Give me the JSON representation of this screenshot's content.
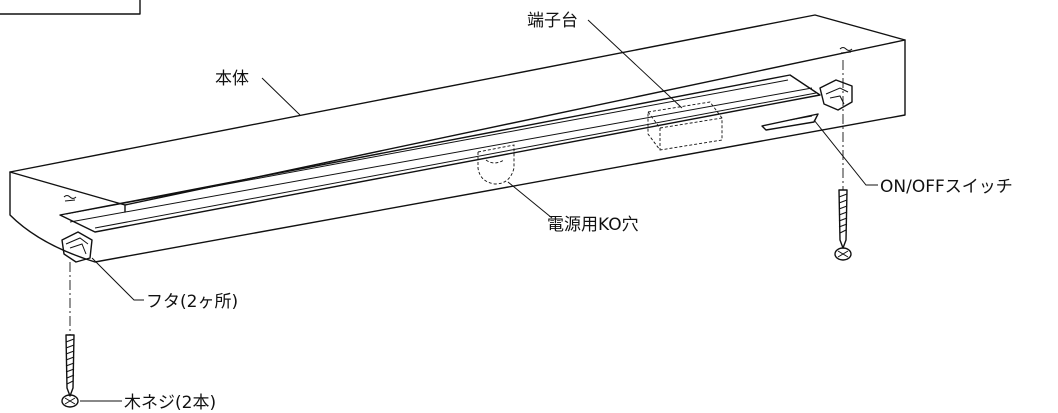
{
  "labels": {
    "terminal_block": "端子台",
    "body": "本体",
    "switch": "ON/OFFスイッチ",
    "power_ko_hole": "電源用KO穴",
    "cover": "フタ(2ヶ所)",
    "wood_screw": "木ネジ(2本)"
  }
}
